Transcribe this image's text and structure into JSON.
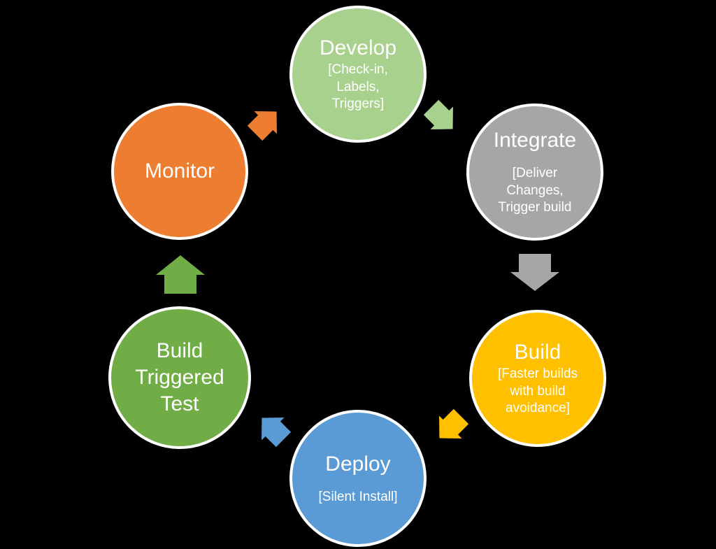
{
  "background_color": "#000000",
  "text_color": "#ffffff",
  "nodes": [
    {
      "id": "develop",
      "title": "Develop",
      "subtitle": "[Check-in,\nLabels,\nTriggers]",
      "color": "#a9d18e"
    },
    {
      "id": "integrate",
      "title": "Integrate",
      "subtitle": "[Deliver\nChanges,\nTrigger build",
      "color": "#a6a6a6"
    },
    {
      "id": "build",
      "title": "Build",
      "subtitle": "[Faster builds\nwith build\navoidance]",
      "color": "#ffc000"
    },
    {
      "id": "deploy",
      "title": "Deploy",
      "subtitle": "[Silent Install]",
      "color": "#5b9bd5"
    },
    {
      "id": "build-triggered-test",
      "title": "Build\nTriggered\nTest",
      "subtitle": "",
      "color": "#70ad47"
    },
    {
      "id": "monitor",
      "title": "Monitor",
      "subtitle": "",
      "color": "#ed7d31"
    }
  ],
  "arrows": [
    {
      "id": "monitor-to-develop",
      "direction": "up-right",
      "color": "#ed7d31"
    },
    {
      "id": "develop-to-integrate",
      "direction": "down-right",
      "color": "#a9d18e"
    },
    {
      "id": "integrate-to-build",
      "direction": "down",
      "color": "#a6a6a6"
    },
    {
      "id": "build-to-deploy",
      "direction": "down-left",
      "color": "#ffc000"
    },
    {
      "id": "deploy-to-build-triggered-test",
      "direction": "up-left",
      "color": "#5b9bd5"
    },
    {
      "id": "build-triggered-test-to-monitor",
      "direction": "up",
      "color": "#70ad47"
    }
  ]
}
